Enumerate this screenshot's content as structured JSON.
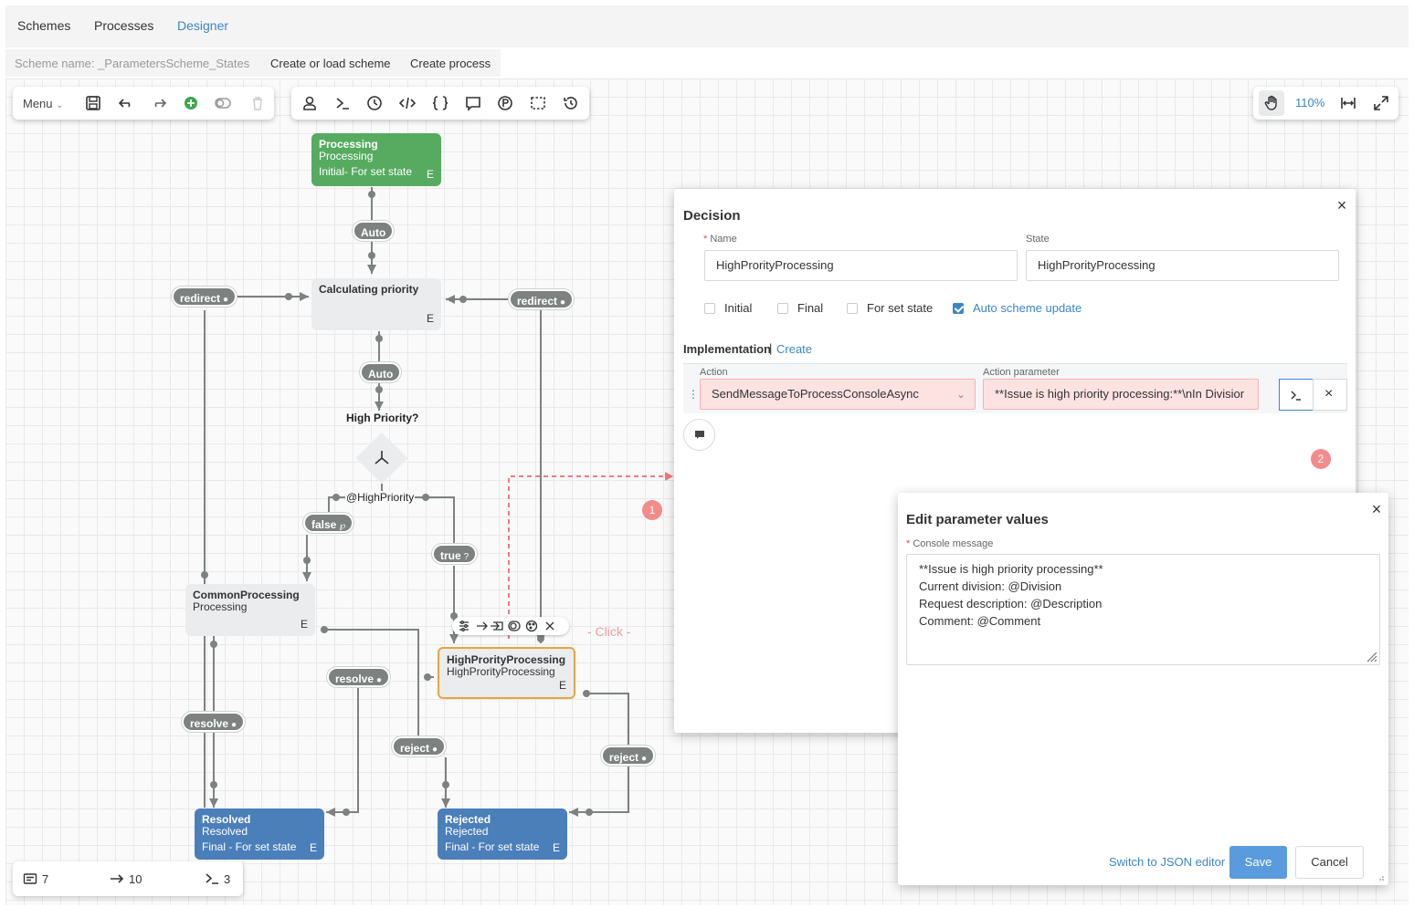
{
  "nav": {
    "tabs": [
      {
        "label": "Schemes",
        "active": false
      },
      {
        "label": "Processes",
        "active": false
      },
      {
        "label": "Designer",
        "active": true
      }
    ],
    "active_color": "#3d85c6"
  },
  "subnav": {
    "scheme_name": "Scheme name: _ParametersScheme_States",
    "create_or_load": "Create or load scheme",
    "create_process": "Create process"
  },
  "toolbar": {
    "menu_label": "Menu",
    "left_icons": [
      "save-icon",
      "undo-icon",
      "redo-icon",
      "add-icon",
      "toggle-icon",
      "delete-icon"
    ],
    "center_icons": [
      "actor-icon",
      "command-icon",
      "timer-icon",
      "code-icon",
      "braces-icon",
      "comment-icon",
      "parameter-icon",
      "select-area-icon",
      "history-icon"
    ],
    "zoom": "110%"
  },
  "nodes": {
    "processing": {
      "title": "Processing",
      "subtitle": "Processing",
      "line3": "Initial- For set state",
      "e": "E"
    },
    "calculating": {
      "title": "Calculating priority",
      "e": "E"
    },
    "decision_label": "High Priority?",
    "common": {
      "title": "CommonProcessing",
      "subtitle": "Processing",
      "e": "E"
    },
    "high": {
      "title": "HighProrityProcessing",
      "subtitle": "HighProrityProcessing",
      "e": "E"
    },
    "resolved": {
      "title": "Resolved",
      "subtitle": "Resolved",
      "line3": "Final - For set state",
      "e": "E"
    },
    "rejected": {
      "title": "Rejected",
      "subtitle": "Rejected",
      "line3": "Final - For set state",
      "e": "E"
    }
  },
  "transitions": {
    "auto1": "Auto",
    "auto2": "Auto",
    "redirect_left": "redirect",
    "redirect_right": "redirect",
    "highpriority": "@HighPriority",
    "false": "false",
    "true": "true",
    "resolve1": "resolve",
    "resolve2": "resolve",
    "reject1": "reject",
    "reject2": "reject"
  },
  "click_hint": "- Click -",
  "badges": {
    "one": "1",
    "two": "2"
  },
  "decision_panel": {
    "title": "Decision",
    "name_label": "Name",
    "name_value": "HighProrityProcessing",
    "state_label": "State",
    "state_value": "HighProrityProcessing",
    "checkboxes": [
      {
        "label": "Initial",
        "checked": false
      },
      {
        "label": "Final",
        "checked": false
      },
      {
        "label": "For set state",
        "checked": false
      },
      {
        "label": "Auto scheme update",
        "checked": true
      }
    ],
    "implementation_label": "Implementation",
    "create_link": "Create",
    "action_label": "Action",
    "action_value": "SendMessageToProcessConsoleAsync",
    "param_label": "Action parameter",
    "param_value": "**Issue is high priority processing:**\\nIn Divisior"
  },
  "edit_panel": {
    "title": "Edit parameter values",
    "field_label": "Console message",
    "lines": [
      "**Issue is high priority processing**",
      "Current division: @Division",
      "Request description: @Description",
      "Comment: @Comment"
    ],
    "json_link": "Switch to JSON editor",
    "save": "Save",
    "cancel": "Cancel"
  },
  "stats": {
    "activities": "7",
    "transitions": "10",
    "commands": "3"
  }
}
